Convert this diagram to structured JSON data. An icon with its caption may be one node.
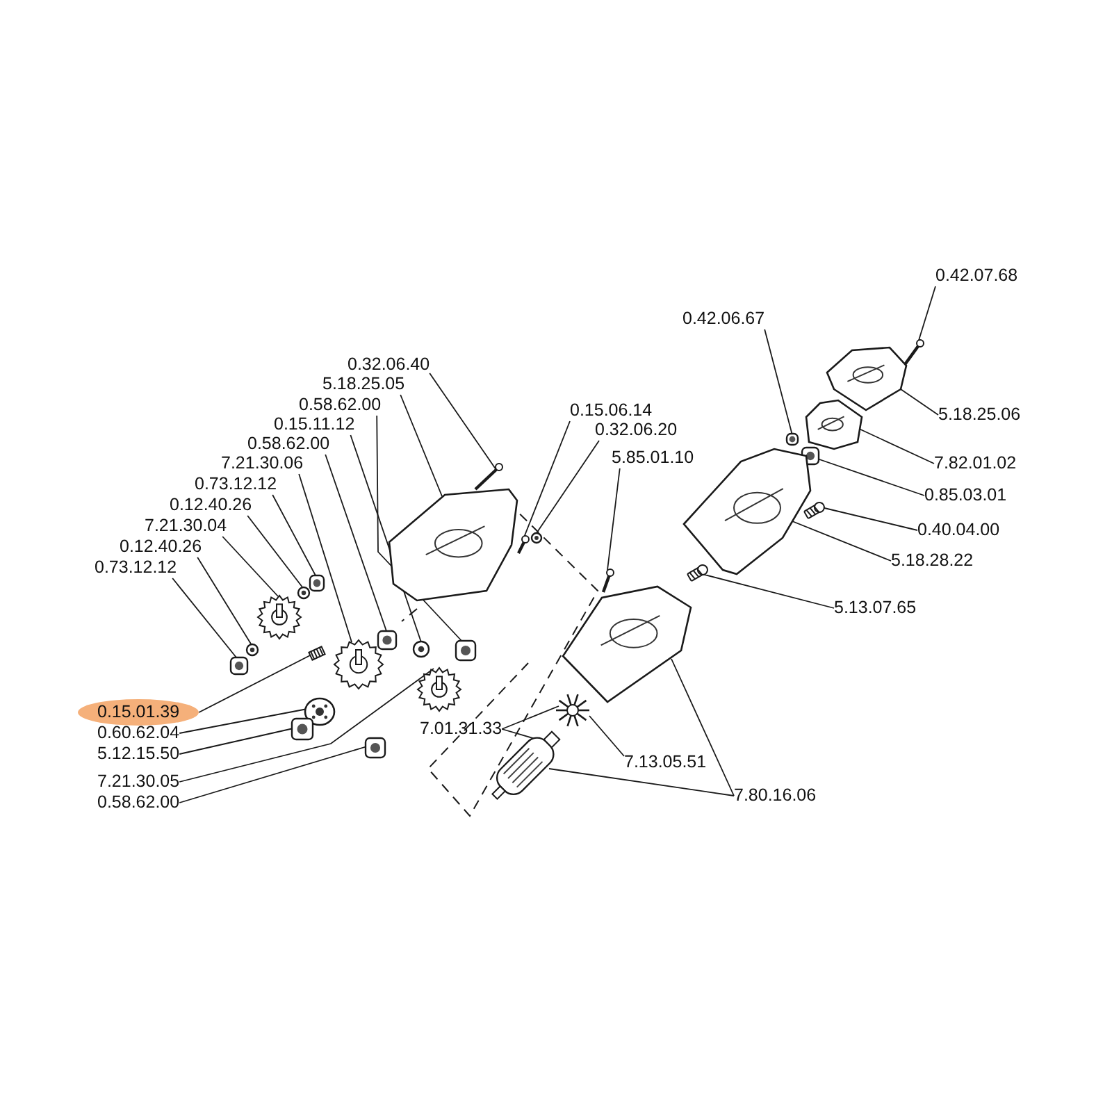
{
  "diagram": {
    "nodes": [
      {
        "text": [
          "0.42.07.68"
        ]
      },
      {
        "text": [
          "0.42.06.67"
        ]
      },
      {
        "text": [
          "5.18.25.06"
        ]
      },
      {
        "text": [
          "7.82.01.02"
        ]
      },
      {
        "text": [
          "0.85.03.01"
        ]
      },
      {
        "text": [
          "0.40.04.00"
        ]
      },
      {
        "text": [
          "5.18.28.22"
        ]
      },
      {
        "text": [
          "5.13.07.65"
        ]
      },
      {
        "text": [
          "0.32.06.40"
        ]
      },
      {
        "text": [
          "5.18.25.05"
        ]
      },
      {
        "text": [
          "0.58.62.00"
        ]
      },
      {
        "text": [
          "0.15.11.12"
        ]
      },
      {
        "text": [
          "0.58.62.00"
        ]
      },
      {
        "text": [
          "7.21.30.06"
        ]
      },
      {
        "text": [
          "0.73.12.12"
        ]
      },
      {
        "text": [
          "0.12.40.26"
        ]
      },
      {
        "text": [
          "7.21.30.04"
        ]
      },
      {
        "text": [
          "0.12.40.26"
        ]
      },
      {
        "text": [
          "0.73.12.12"
        ]
      },
      {
        "text": [
          "0.15.01.39"
        ]
      },
      {
        "text": [
          "0.60.62.04"
        ]
      },
      {
        "text": [
          "5.12.15.50"
        ]
      },
      {
        "text": [
          "7.21.30.05"
        ]
      },
      {
        "text": [
          "0.58.62.00"
        ]
      },
      {
        "text": [
          "0.15.06.14"
        ]
      },
      {
        "text": [
          "0.32.06.20"
        ]
      },
      {
        "text": [
          "5.85.01.10"
        ]
      },
      {
        "text": [
          "7.01.31.33"
        ]
      },
      {
        "text": [
          "7.13.05.51"
        ]
      },
      {
        "text": [
          "7.80.16.06"
        ]
      },
      {
        "text": [],
        "shape": "picture"
      },
      {
        "text": [],
        "shape": "picture"
      },
      {
        "text": [],
        "shape": "picture"
      },
      {
        "text": [],
        "shape": "picture"
      },
      {
        "text": [],
        "shape": "picture"
      },
      {
        "text": [],
        "shape": "picture"
      },
      {
        "text": [],
        "shape": "picture"
      },
      {
        "text": [],
        "shape": "picture"
      },
      {
        "text": [],
        "shape": "picture"
      },
      {
        "text": [],
        "shape": "picture"
      },
      {
        "text": [],
        "shape": "picture"
      },
      {
        "text": [],
        "shape": "picture"
      },
      {
        "text": [],
        "shape": "picture"
      },
      {
        "text": [],
        "shape": "picture"
      },
      {
        "text": [],
        "shape": "picture"
      },
      {
        "text": [],
        "shape": "picture"
      },
      {
        "text": [],
        "shape": "picture"
      },
      {
        "text": [],
        "shape": "picture"
      },
      {
        "text": [],
        "shape": "picture"
      },
      {
        "text": [],
        "shape": "picture"
      },
      {
        "text": [],
        "shape": "picture"
      },
      {
        "text": [],
        "shape": "picture"
      },
      {
        "text": [],
        "shape": "picture"
      },
      {
        "text": [],
        "shape": "picture"
      },
      {
        "text": [],
        "shape": "picture"
      },
      {
        "text": [],
        "shape": "picture"
      },
      {
        "text": [],
        "shape": "picture"
      },
      {
        "text": [],
        "shape": "picture"
      },
      {
        "text": [],
        "shape": "picture"
      },
      {
        "text": [],
        "shape": "picture"
      }
    ],
    "edges": [
      {
        "from": 0,
        "to": 30,
        "arrow": "none"
      },
      {
        "from": 1,
        "to": 32,
        "arrow": "none"
      },
      {
        "from": 2,
        "to": 31,
        "arrow": "none"
      },
      {
        "from": 3,
        "to": 33,
        "arrow": "none"
      },
      {
        "from": 4,
        "to": 34,
        "arrow": "none"
      },
      {
        "from": 5,
        "to": 35,
        "arrow": "none"
      },
      {
        "from": 6,
        "to": 36,
        "arrow": "none"
      },
      {
        "from": 7,
        "to": 37,
        "arrow": "none"
      },
      {
        "from": 8,
        "to": 38,
        "arrow": "none"
      },
      {
        "from": 9,
        "to": 39,
        "arrow": "none"
      },
      {
        "from": 10,
        "to": 42,
        "arrow": "none"
      },
      {
        "from": 11,
        "to": 41,
        "arrow": "none"
      },
      {
        "from": 12,
        "to": 40,
        "arrow": "none"
      },
      {
        "from": 13,
        "to": 43,
        "arrow": "none"
      },
      {
        "from": 14,
        "to": 44,
        "arrow": "none"
      },
      {
        "from": 15,
        "to": 45,
        "arrow": "none"
      },
      {
        "from": 16,
        "to": 46,
        "arrow": "none"
      },
      {
        "from": 17,
        "to": 47,
        "arrow": "none"
      },
      {
        "from": 18,
        "to": 48,
        "arrow": "none"
      },
      {
        "from": 19,
        "to": 49,
        "arrow": "none"
      },
      {
        "from": 20,
        "to": 50,
        "arrow": "none"
      },
      {
        "from": 21,
        "to": 51,
        "arrow": "none"
      },
      {
        "from": 22,
        "to": 52,
        "arrow": "none"
      },
      {
        "from": 23,
        "to": 53,
        "arrow": "none"
      },
      {
        "from": 24,
        "to": 54,
        "arrow": "none"
      },
      {
        "from": 25,
        "to": 55,
        "arrow": "none"
      },
      {
        "from": 26,
        "to": 56,
        "arrow": "none"
      },
      {
        "from": 27,
        "to": 57,
        "arrow": "none"
      },
      {
        "from": 27,
        "to": 58,
        "arrow": "none"
      },
      {
        "from": 28,
        "to": 57,
        "arrow": "none"
      },
      {
        "from": 29,
        "to": 58,
        "arrow": "none"
      },
      {
        "from": 29,
        "to": 59,
        "arrow": "none"
      }
    ]
  }
}
